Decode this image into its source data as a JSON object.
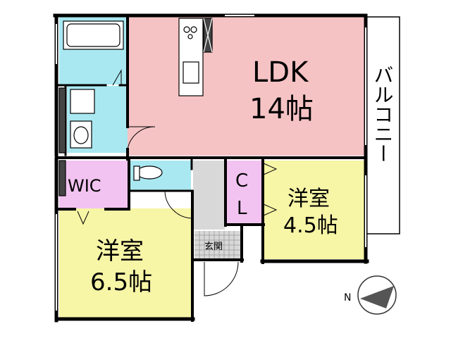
{
  "rooms": {
    "ldk": {
      "name": "LDK",
      "size": "14帖",
      "color": "#f6c3c5"
    },
    "western_large": {
      "name": "洋室",
      "size": "6.5帖",
      "color": "#f7f5a6"
    },
    "western_small": {
      "name": "洋室",
      "size": "4.5帖",
      "color": "#f7f5a6"
    },
    "wic": {
      "name": "WIC",
      "color": "#f2c3f0"
    },
    "closet": {
      "line1": "C",
      "line2": "L",
      "color": "#f2c3f0"
    },
    "entrance": {
      "name": "玄関",
      "color": "#d8d8d8"
    },
    "wet_area_color": "#a9e8f1"
  },
  "balcony": {
    "label": "バルコニー"
  },
  "compass": {
    "label": "N"
  },
  "colors": {
    "wall": "#000000",
    "background": "#ffffff"
  }
}
